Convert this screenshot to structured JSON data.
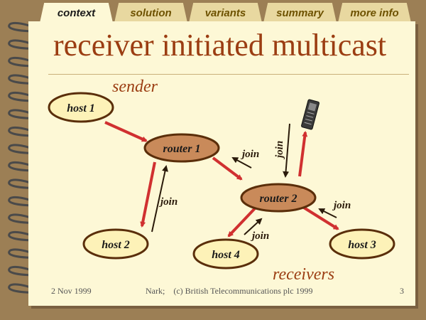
{
  "tabs": [
    {
      "label": "context",
      "active": true
    },
    {
      "label": "solution",
      "active": false
    },
    {
      "label": "variants",
      "active": false
    },
    {
      "label": "summary",
      "active": false
    },
    {
      "label": "more info",
      "active": false
    }
  ],
  "title": "receiver initiated multicast",
  "diagram": {
    "sender_label": "sender",
    "receivers_label": "receivers",
    "nodes": {
      "host1": "host 1",
      "router1": "router 1",
      "router2": "router 2",
      "host2": "host 2",
      "host3": "host 3",
      "host4": "host 4"
    },
    "join_label": "join"
  },
  "footer": {
    "date": "2 Nov 1999",
    "credit": "Nark;    (c) British Telecommunications plc 1999",
    "page": "3"
  },
  "colors": {
    "accent": "#9b3d12",
    "data_arrow": "#d03030",
    "join_arrow": "#2a1a0a",
    "router_fill": "#c98a5a",
    "host_fill": "#fdf2b8",
    "node_border": "#5a2e0a"
  }
}
